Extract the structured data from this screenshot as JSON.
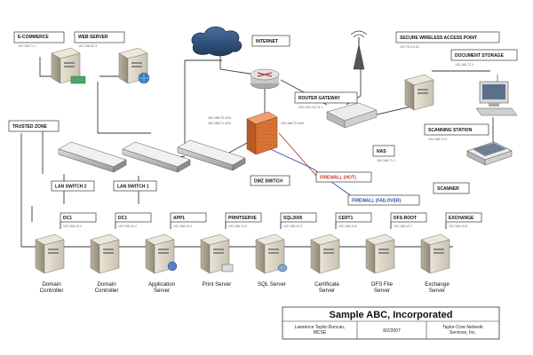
{
  "colors": {
    "firewall": "#e07a38",
    "firewall_label": "#c0392b",
    "failover_label": "#2a4aa8",
    "cloud": "#2d4f7a",
    "router": "#d7d7d7"
  },
  "labels": {
    "ecommerce": {
      "title": "E-COMMERCE",
      "sub": "192.168.71.1"
    },
    "webserver": {
      "title": "WEB SERVER",
      "sub": "192.168.60.3"
    },
    "internet": {
      "title": "INTERNET",
      "sub": ""
    },
    "wireless": {
      "title": "SECURE WIRELESS ACCESS POINT",
      "sub": "192.70.0.0.51"
    },
    "docstorage": {
      "title": "DOCUMENT STORAGE",
      "sub": "192.168.72.3"
    },
    "router": {
      "title": "ROUTER GATEWAY",
      "sub": "203.103.102.11.1"
    },
    "scanning": {
      "title": "SCANNING STATION",
      "sub": "192.168.72.4"
    },
    "nas": {
      "title": "NAS",
      "sub": "192.168.71.1"
    },
    "trusted": {
      "title": "TRUSTED ZONE",
      "sub": ""
    },
    "lanswitch2": {
      "title": "LAN SWITCH 2",
      "sub": ""
    },
    "lanswitch1": {
      "title": "LAN SWITCH 1",
      "sub": ""
    },
    "dmzswitch": {
      "title": "DMZ SWITCH",
      "sub": ""
    },
    "firewall_hot": {
      "title": "FIREWALL (HOT)",
      "sub": ""
    },
    "firewall_failover": {
      "title": "FIREWALL (FAILOVER)",
      "sub": ""
    },
    "scanner": {
      "title": "SCANNER",
      "sub": ""
    }
  },
  "ip_notes": {
    "fw_left_a": "192.168.70.4/24",
    "fw_left_b": "192.168.71.4/24",
    "fw_right": "192.168.72.4/24"
  },
  "servers": [
    {
      "tag": "DC1",
      "ip": "192.168.10.1",
      "caption": "Domain\nController"
    },
    {
      "tag": "DC1",
      "ip": "192.168.10.2",
      "caption": "Domain\nController"
    },
    {
      "tag": "APP1",
      "ip": "192.168.10.3",
      "caption": "Application\nServer"
    },
    {
      "tag": "PRINTSERVE",
      "ip": "192.168.10.4",
      "caption": "Print Server"
    },
    {
      "tag": "SQL2005",
      "ip": "192.168.10.5",
      "caption": "SQL Server"
    },
    {
      "tag": "CERT1",
      "ip": "192.168.10.6",
      "caption": "Certificate\nServer"
    },
    {
      "tag": "DFS-ROOT",
      "ip": "192.168.10.7",
      "caption": "DFS File\nServer"
    },
    {
      "tag": "EXCHANGE",
      "ip": "192.168.10.8",
      "caption": "Exchange\nServer"
    }
  ],
  "title_block": {
    "title": "Sample ABC, Incorporated",
    "author": "Lawrence Taylor-Duncan,\nMCSE",
    "date": "8/2/2007",
    "company": "Taylor-Core Network\nServices, Inc."
  }
}
